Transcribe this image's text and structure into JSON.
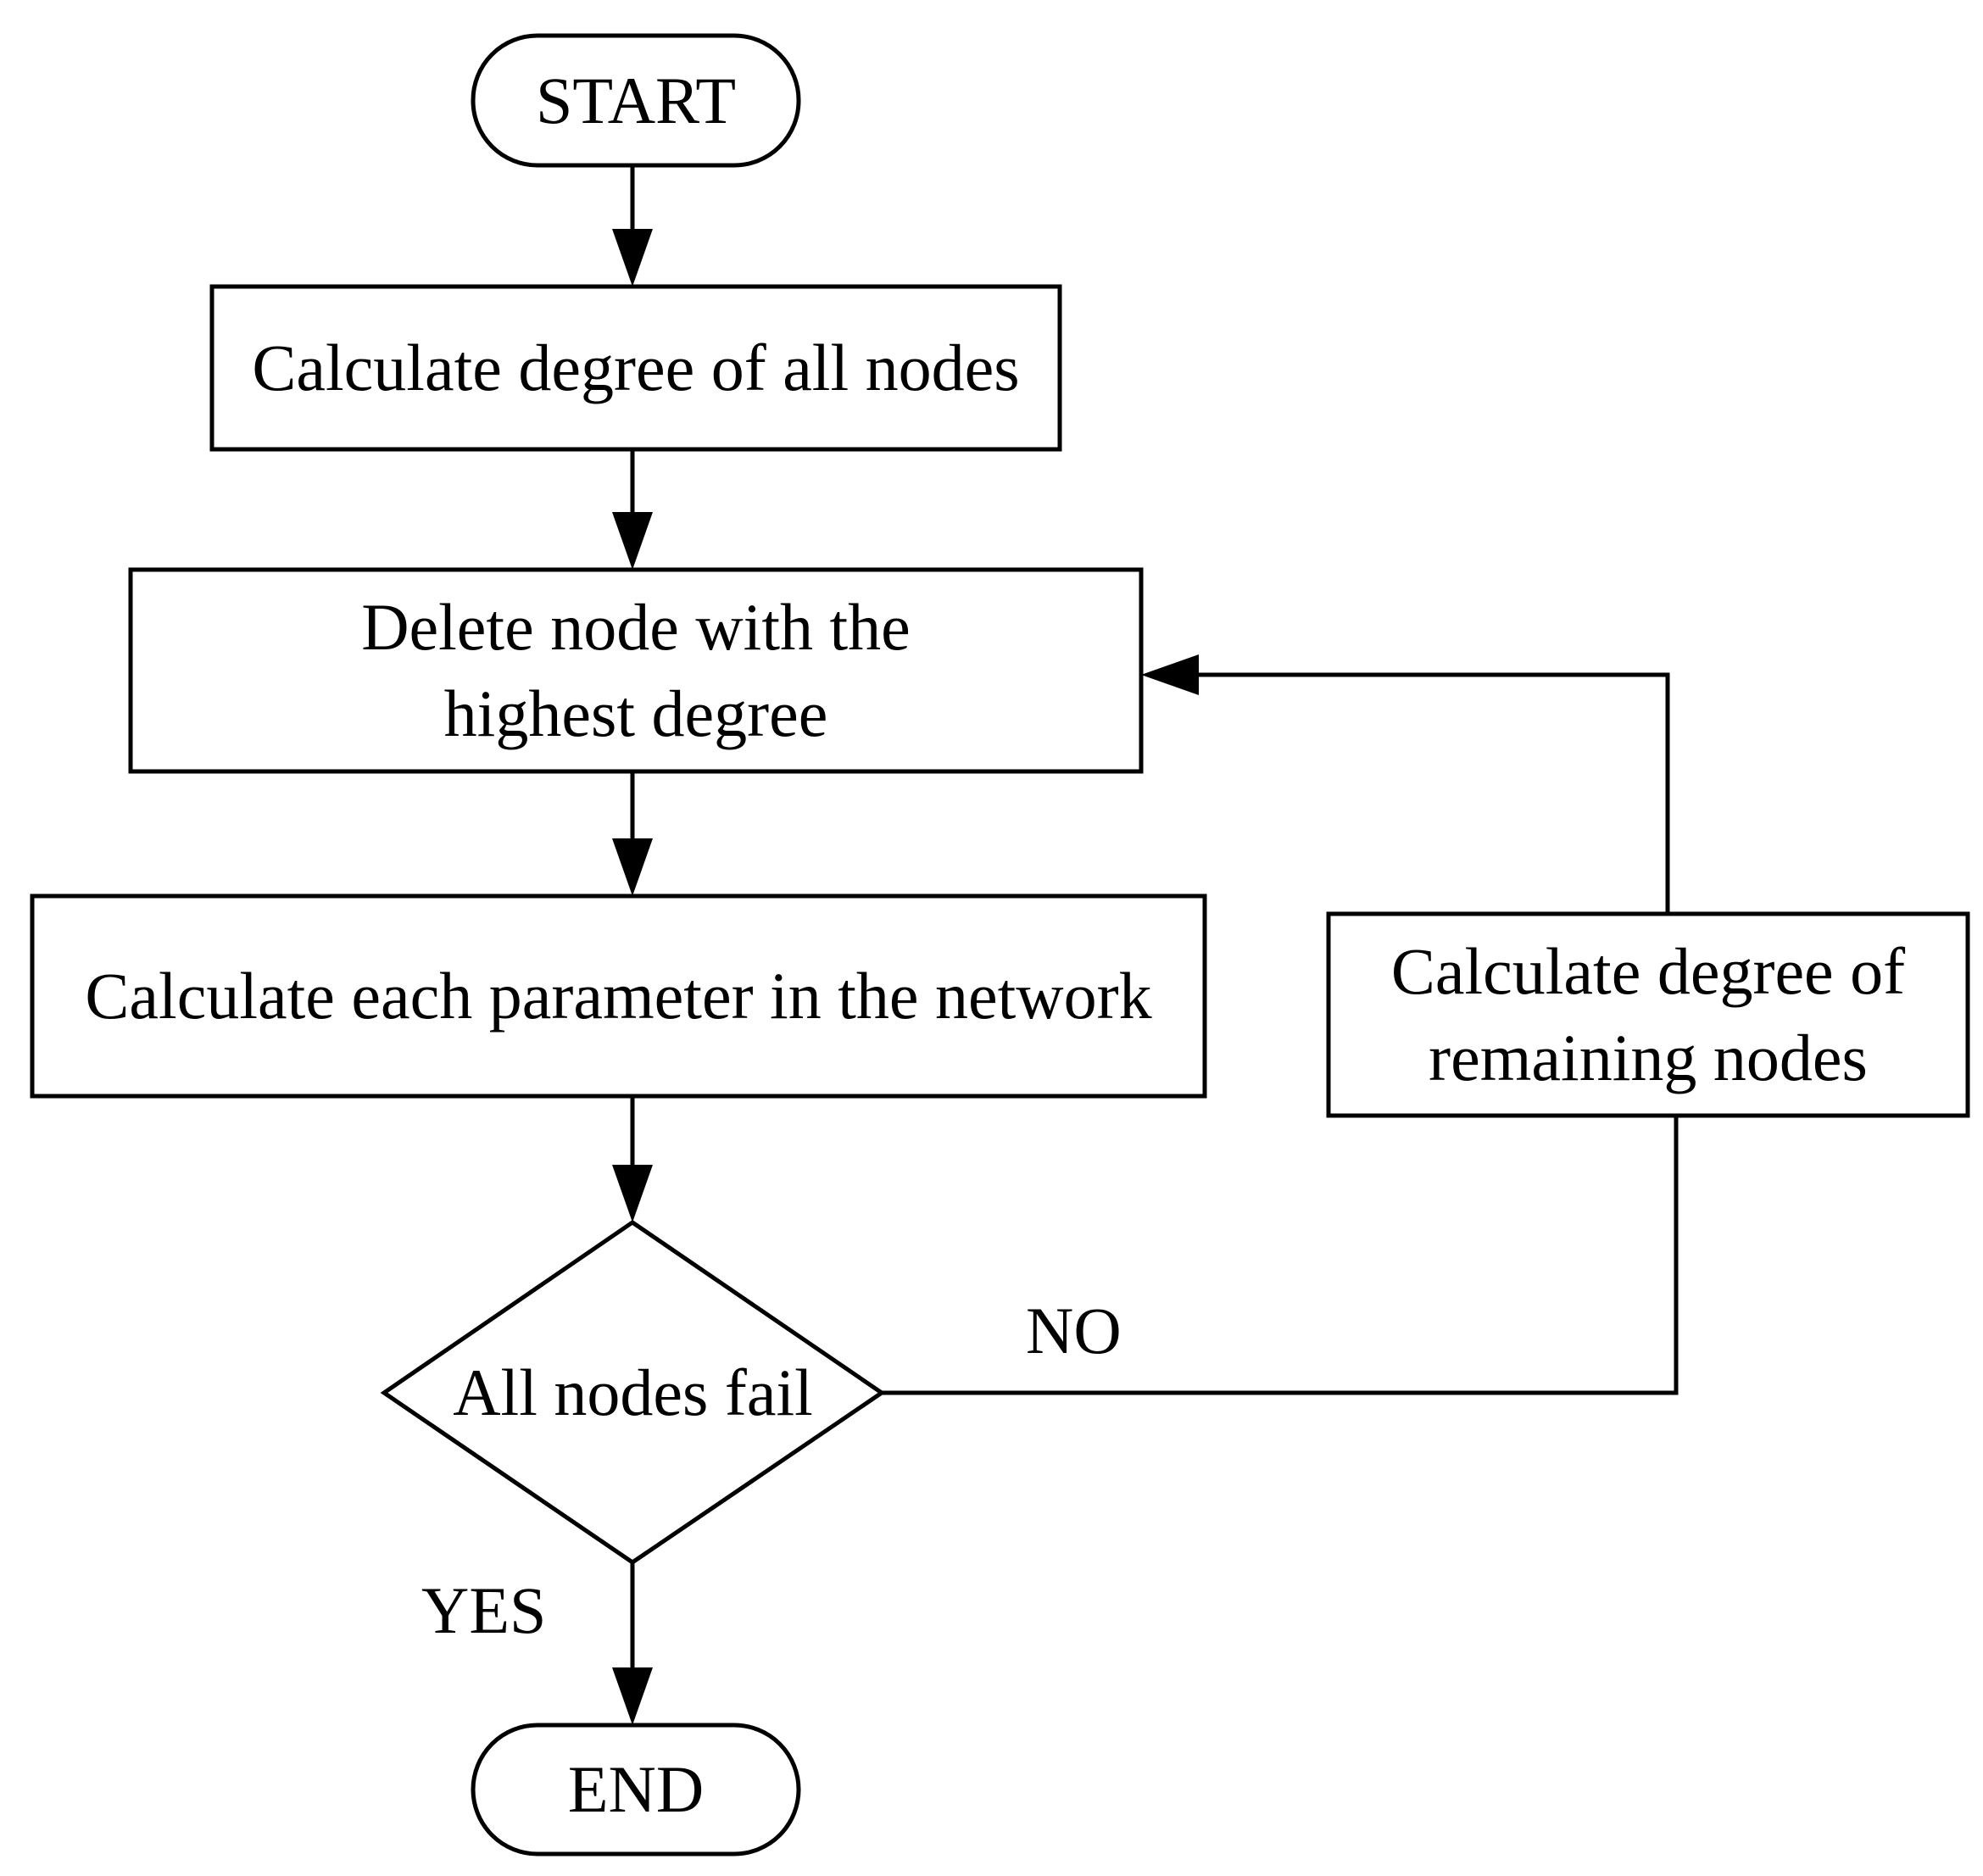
{
  "nodes": {
    "start": {
      "label": "START"
    },
    "calc_all": {
      "label": "Calculate degree of all nodes"
    },
    "delete_node": {
      "lines": [
        "Delete node with the",
        "highest degree"
      ]
    },
    "calc_params": {
      "label": "Calculate each parameter in the network"
    },
    "decision": {
      "label": "All nodes fail"
    },
    "calc_remaining": {
      "lines": [
        "Calculate degree of",
        "remaining nodes"
      ]
    },
    "end": {
      "label": "END"
    }
  },
  "edges": {
    "no_label": "NO",
    "yes_label": "YES"
  }
}
